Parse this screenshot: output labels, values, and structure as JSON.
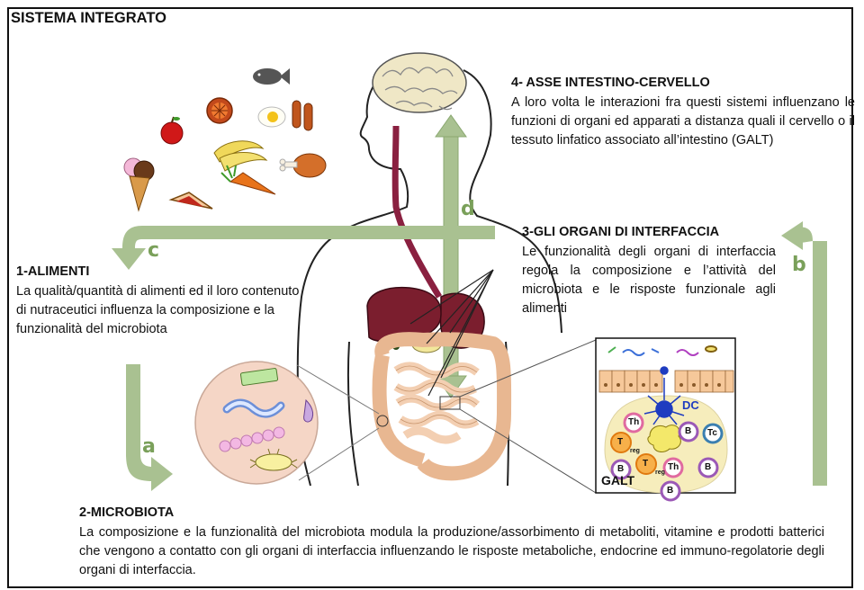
{
  "title": "SISTEMA INTEGRATO",
  "sections": {
    "alimenti": {
      "heading": "1-ALIMENTI",
      "body": "La qualità/quantità  di alimenti ed il loro contenuto di nutraceutici influenza la composizione e la funzionalità del microbiota"
    },
    "microbiota": {
      "heading": "2-MICROBIOTA",
      "body": "La composizione e la funzionalità del microbiota modula la produzione/assorbimento di metaboliti, vitamine e prodotti batterici che vengono a contatto con gli organi di interfaccia influenzando le risposte metaboliche, endocrine ed immuno-regolatorie degli organi di interfaccia."
    },
    "organi": {
      "heading": "3-GLI ORGANI DI INTERFACCIA",
      "body": "Le funzionalità degli organi di interfaccia regola la composizione e l’attività del microbiota e le risposte funzionale agli alimenti"
    },
    "asse": {
      "heading": "4- ASSE INTESTINO-CERVELLO",
      "body": "A loro volta le interazioni fra questi sistemi influenzano le funzioni di organi ed apparati a distanza quali il cervello o il tessuto linfatico associato all’intestino (GALT)"
    }
  },
  "arrows": {
    "a": "a",
    "b": "b",
    "c": "c",
    "d": "d"
  },
  "galt": {
    "label": "GALT",
    "dc_label": "DC",
    "cells": [
      "Th",
      "T",
      "reg",
      "B",
      "Tc",
      "B",
      "T",
      "reg",
      "Th",
      "B",
      "B"
    ]
  },
  "colors": {
    "arrow": "#a9c191",
    "arrow_dark": "#7aa05a",
    "liver": "#7b1e2e",
    "intestine": "#f2c9a8",
    "skin": "#f8e2d3"
  }
}
